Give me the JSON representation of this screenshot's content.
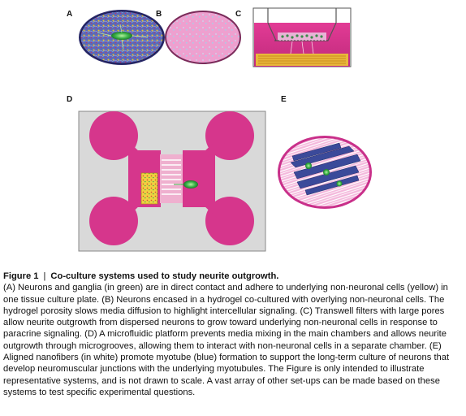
{
  "figure": {
    "panels": [
      "A",
      "B",
      "C",
      "D",
      "E"
    ],
    "caption_label": "Figure 1",
    "caption_separator": "|",
    "caption_title": "Co-culture systems used to study neurite outgrowth.",
    "caption_body": "(A) Neurons and ganglia (in green) are in direct contact and adhere to underlying non-neuronal cells (yellow) in one tissue culture plate. (B) Neurons encased in a hydrogel co-cultured with overlying non-neuronal cells. The hydrogel porosity slows media diffusion to highlight intercellular signaling. (C) Transwell filters with large pores allow neurite outgrowth from dispersed neurons to grow toward underlying non-neuronal cells in response to paracrine signaling. (D) A microfluidic platform prevents media mixing in the main chambers and allows neurite outgrowth through microgrooves, allowing them to interact with non-neuronal cells in a separate chamber. (E) Aligned nanofibers (in white) promote myotube (blue) formation to support the long-term culture of neurons that develop neuromuscular junctions with the underlying myotubules. The Figure is only  intended to illustrate representative systems, and is not drawn to scale. A vast array of other set-ups can be made based on these systems to test specific experimental questions."
  },
  "colors": {
    "magenta": "#d6368c",
    "pink_dish": "#f0a6d0",
    "neuron_blue": "#3b4a9a",
    "ganglion_green": "#3cb44a",
    "cell_yellow": "#e8c42a",
    "grey_chip": "#d9d9d9"
  }
}
